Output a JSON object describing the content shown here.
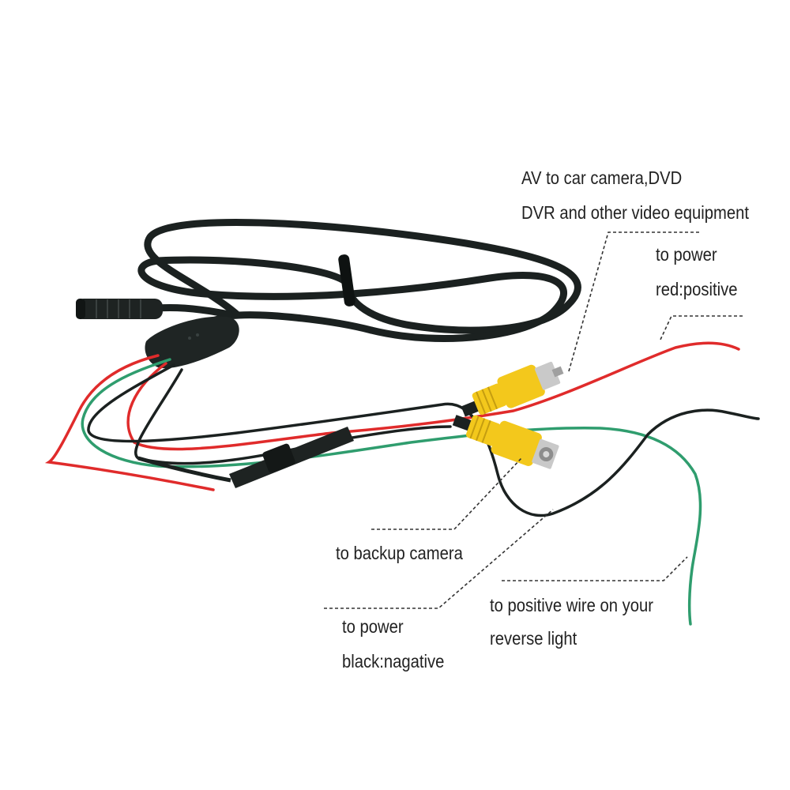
{
  "labels": {
    "av_line1": "AV to car camera,DVD",
    "av_line2": "DVR and other video equipment",
    "power_red_line1": "to power",
    "power_red_line2": "red:positive",
    "backup_camera": "to backup camera",
    "power_black_line1": "to power",
    "power_black_line2": "black:nagative",
    "reverse_line1": "to positive wire on your",
    "reverse_line2": "reverse light"
  },
  "colors": {
    "cable_black": "#1b2120",
    "wire_red": "#e02b2b",
    "wire_green": "#2f9d6e",
    "rca_yellow": "#f3c81c",
    "rca_metal": "#c9c9c9",
    "leader_line": "#333333",
    "text": "#222222"
  },
  "icons": {
    "connector": "four-pin-aviation-connector",
    "plugs": "rca-plug"
  }
}
